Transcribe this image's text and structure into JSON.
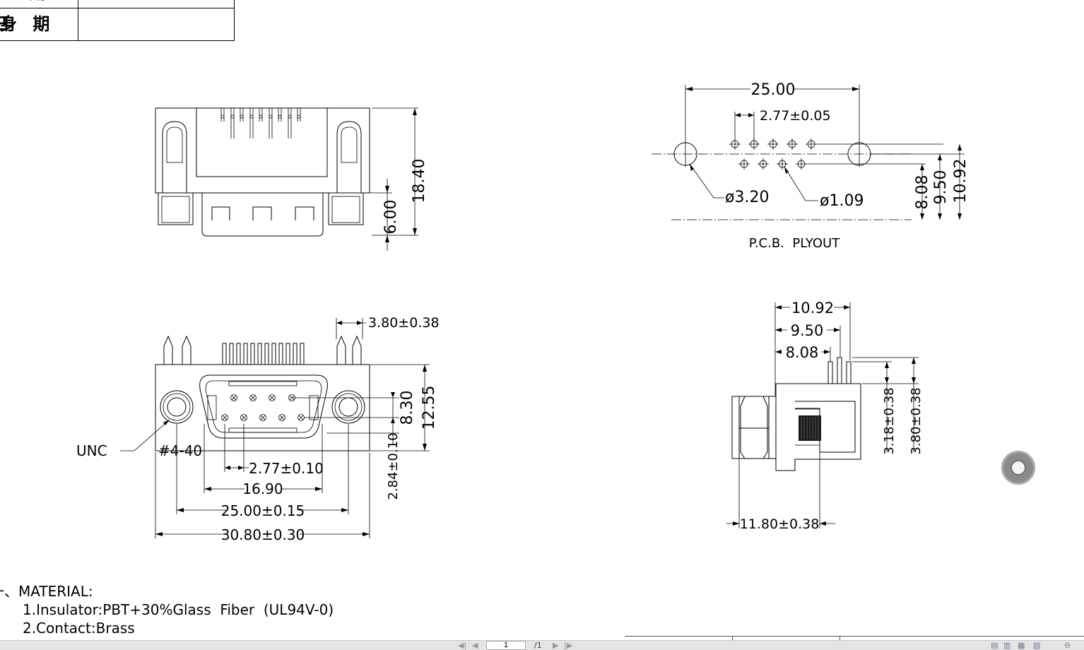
{
  "title_block": {
    "row1_label": "日 期",
    "row0_label_partial": "/ 期身"
  },
  "pcb_layout": {
    "dim_pitch_total": "25.00",
    "dim_pin_pitch": "2.77±0.05",
    "dim_hole_large": "ø3.20",
    "dim_hole_small": "ø1.09",
    "dim_h1": "8.08",
    "dim_h2": "9.50",
    "dim_h3": "10.92",
    "caption": "P.C.B.  PLYOUT"
  },
  "top_view": {
    "dim_height": "18.40",
    "dim_shell": "6.00"
  },
  "front_view": {
    "dim_pin_len": "3.80±0.38",
    "dim_row": "8.30",
    "dim_overall_h": "12.55",
    "dim_offset": "2.84±0.10",
    "dim_pitch": "2.77±0.10",
    "dim_shell_w": "16.90",
    "dim_mount": "25.00±0.15",
    "dim_overall_w": "30.80±0.30",
    "thread_label": "UNC",
    "thread_label_prefix": "#4-40"
  },
  "side_view": {
    "dim_a": "10.92",
    "dim_b": "9.50",
    "dim_c": "8.08",
    "dim_pin_a": "3.18±0.38",
    "dim_pin_b": "3.80±0.38",
    "dim_depth": "11.80±0.38"
  },
  "material": {
    "heading": "一、MATERIAL:",
    "line1": "1.Insulator:PBT+30%Glass  Fiber  (UL94V-0)",
    "line2": "2.Contact:Brass"
  },
  "viewer": {
    "page_value": "1",
    "page_total": "/1"
  }
}
